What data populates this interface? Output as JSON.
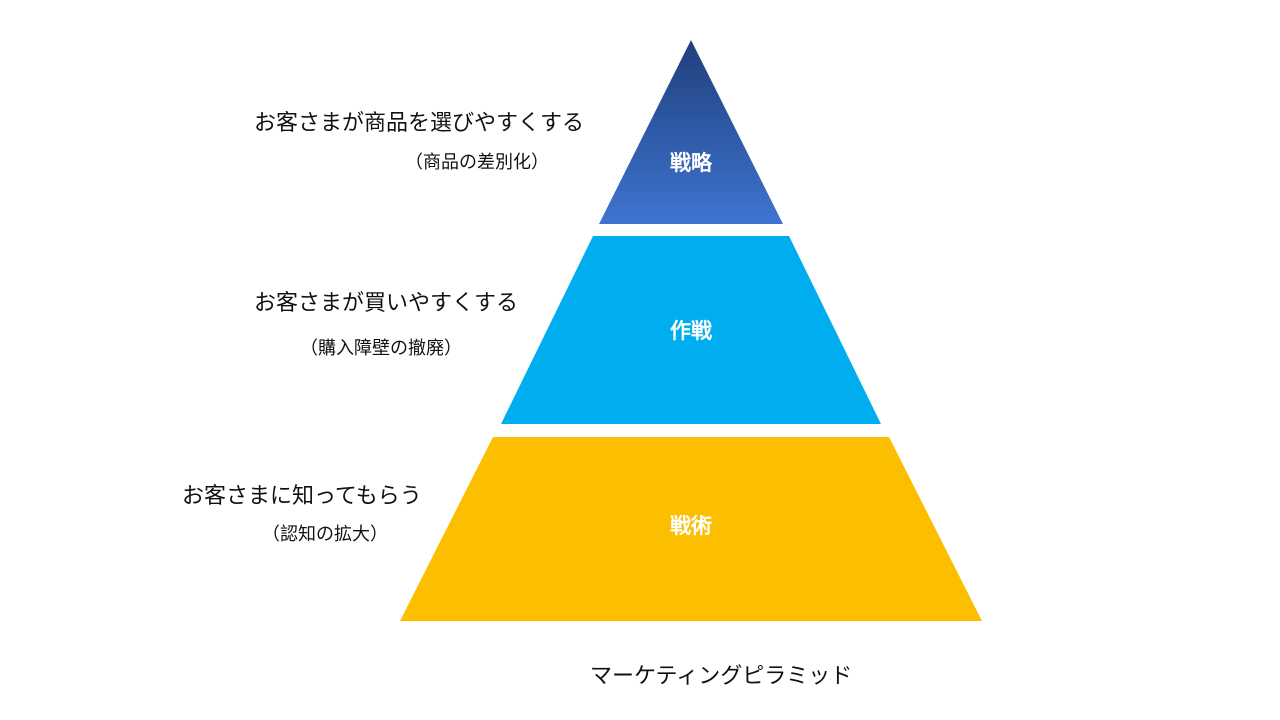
{
  "diagram": {
    "title": "マーケティングピラミッド",
    "colors": {
      "top_start": "#203f7c",
      "top_end": "#3e74d0",
      "middle": "#00aeef",
      "bottom": "#fbbf00",
      "label": "#ffffff"
    },
    "tiers": [
      {
        "label": "戦略",
        "description": "お客さまが商品を選びやすくする",
        "detail": "（商品の差別化）"
      },
      {
        "label": "作戦",
        "description": "お客さまが買いやすくする",
        "detail": "（購入障壁の撤廃）"
      },
      {
        "label": "戦術",
        "description": "お客さまに知ってもらう",
        "detail": "（認知の拡大）"
      }
    ]
  }
}
